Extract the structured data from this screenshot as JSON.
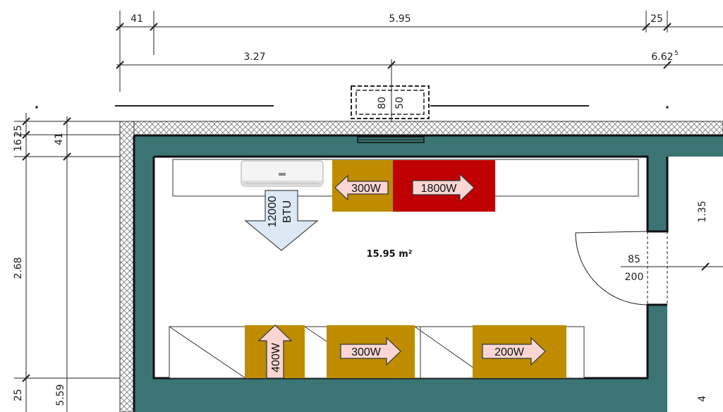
{
  "dimensions": {
    "top_wall_left": "41",
    "top_total": "5.95",
    "top_wall_right": "25",
    "second_left": "3.27",
    "second_right_base": "6.62",
    "second_right_sup": "5",
    "window_w": "80",
    "window_h": "50",
    "left_25": "25",
    "left_16": "16",
    "left_41": "41",
    "left_268": "2.68",
    "left_bottom_25": "25",
    "left_bottom_559": "5.59",
    "right_135": "1.35",
    "door_85": "85",
    "door_200": "200",
    "right_bottom": "4"
  },
  "room": {
    "area": "15.95 m²"
  },
  "heat_sources": {
    "ac": "12000 BTU",
    "top_300": "300W",
    "top_1800": "1800W",
    "bottom_400": "400W",
    "bottom_300": "300W",
    "bottom_200": "200W"
  },
  "colors": {
    "wall": "#3a7574",
    "gold": "#bf8c00",
    "red": "#c00000",
    "arrow_pink": "#f9d6d3",
    "arrow_blue": "#dce9f5"
  }
}
